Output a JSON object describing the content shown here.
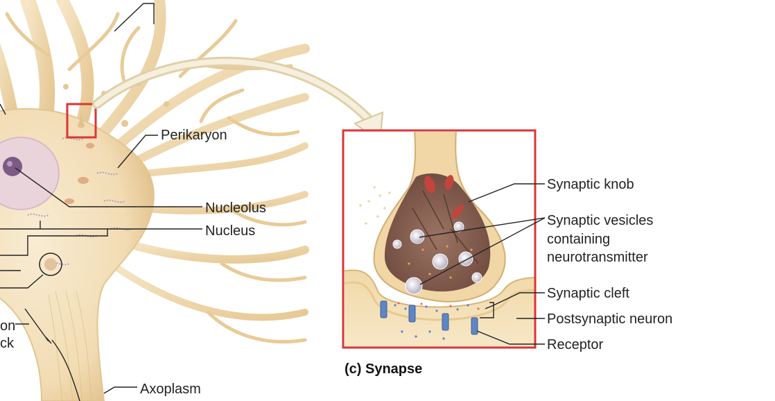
{
  "colors": {
    "neuron_fill": "#f2dcb4",
    "neuron_light": "#f8ecd2",
    "neuron_shade": "#e0bf88",
    "vesicle": "#cdc3d6",
    "nucleus_fill": "#e6cfd8",
    "nucleolus": "#7b5a86",
    "highlight_box": "#d93636",
    "knob_interior": "#7a5648",
    "receptor": "#5e86c6",
    "leader_line": "#222222",
    "text": "#222222"
  },
  "labels": {
    "perikaryon": "Perikaryon",
    "nucleolus": "Nucleolus",
    "nucleus": "Nucleus",
    "axoplasm": "Axoplasm",
    "axon_hillock_part1": "on",
    "axon_hillock_part2": "ck",
    "synaptic_knob": "Synaptic knob",
    "synaptic_vesicles_line1": "Synaptic vesicles",
    "synaptic_vesicles_line2": "containing",
    "synaptic_vesicles_line3": "neurotransmitter",
    "synaptic_cleft": "Synaptic cleft",
    "postsynaptic_neuron": "Postsynaptic neuron",
    "receptor": "Receptor"
  },
  "caption": "(c) Synapse",
  "icons": [
    "highlight-box-icon",
    "curved-arrow-icon"
  ]
}
